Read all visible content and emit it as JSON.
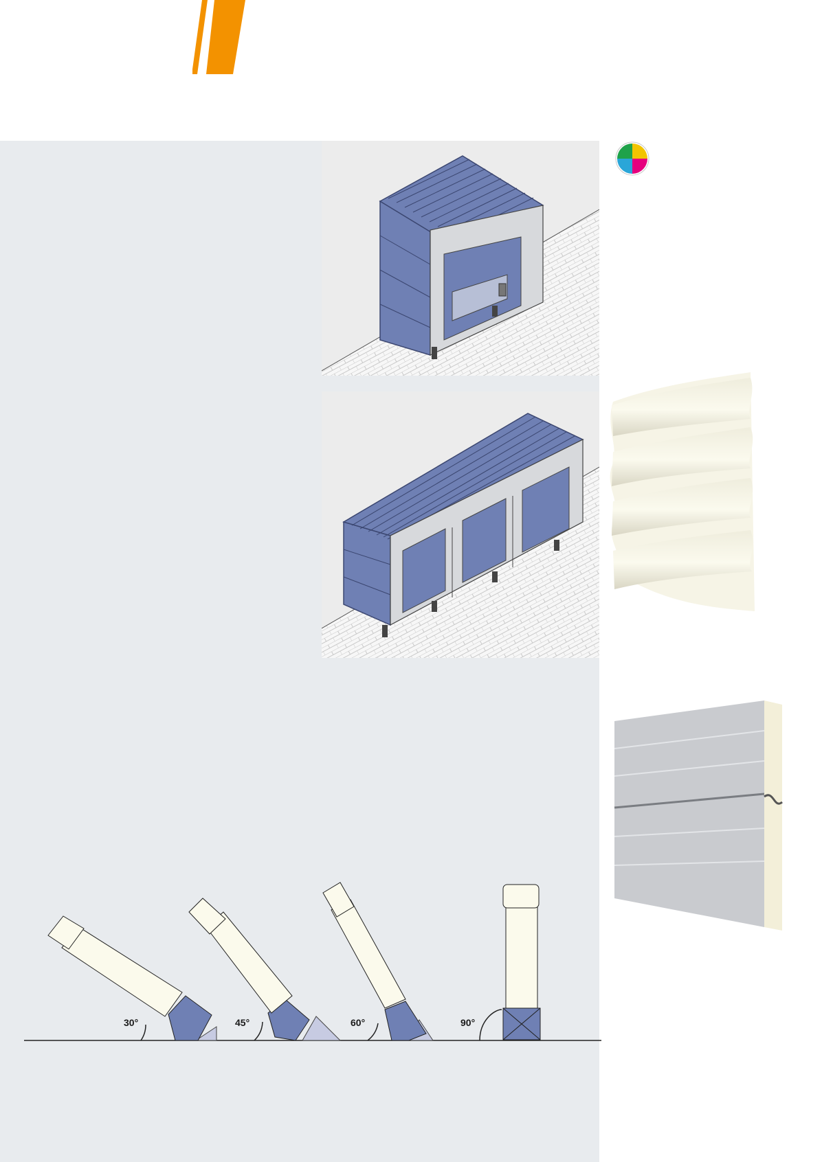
{
  "brand": {
    "accent_color": "#f39200"
  },
  "colors": {
    "panel_bg": "#e8ebee",
    "shelter_blue": "#6f80b4",
    "frame_grey": "#d7d9dc",
    "bellows_cream": "#fbfaec"
  },
  "swatch": {
    "icon": "color-wheel-icon",
    "colors": [
      "#f2c400",
      "#1fa24a",
      "#2aa6d8",
      "#e6007e"
    ]
  },
  "angles": [
    {
      "label": "30°",
      "degrees": 30
    },
    {
      "label": "45°",
      "degrees": 45
    },
    {
      "label": "60°",
      "degrees": 60
    },
    {
      "label": "90°",
      "degrees": 90
    }
  ]
}
